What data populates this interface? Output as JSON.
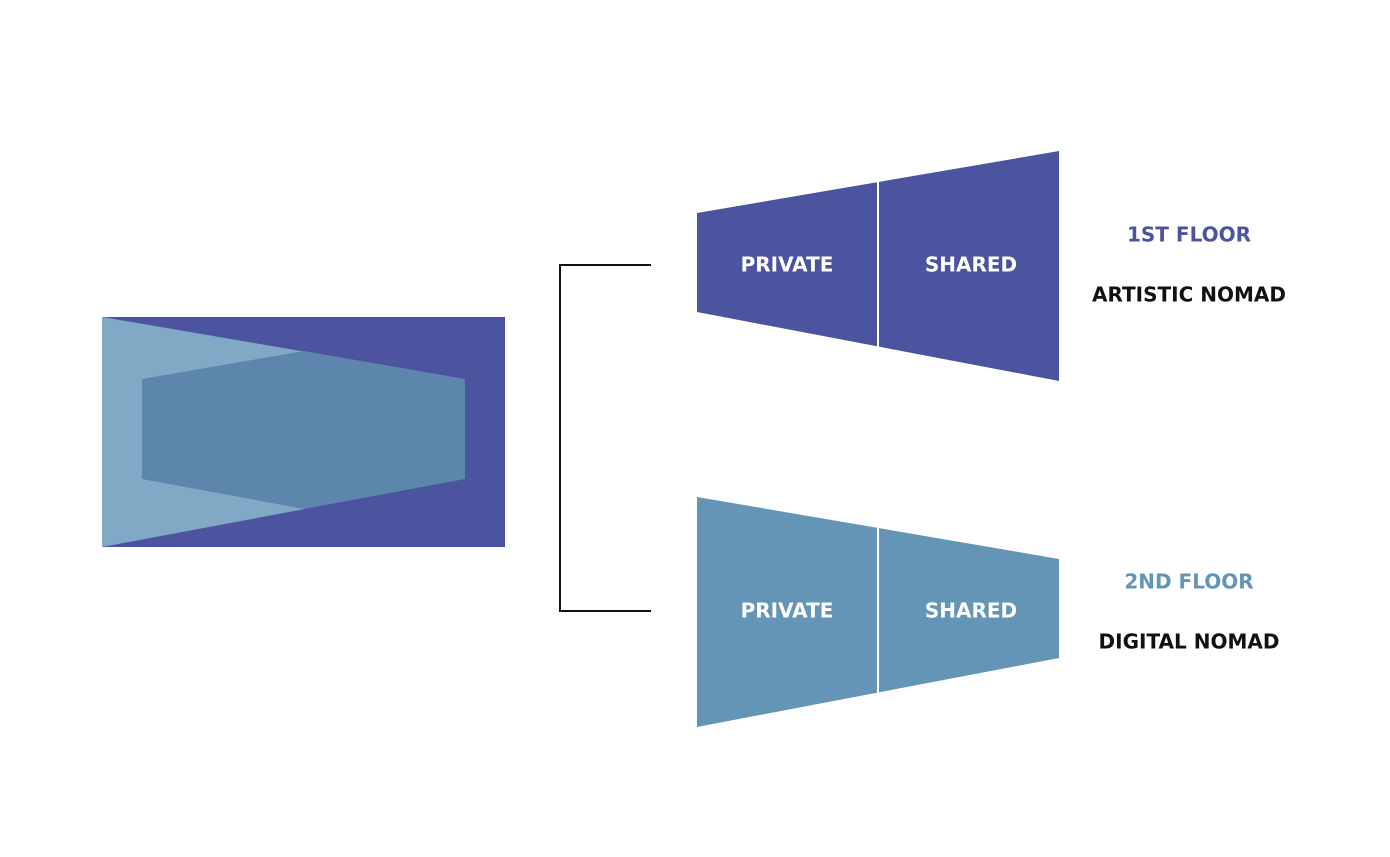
{
  "colors": {
    "background": "#ffffff",
    "dark_blue": "#4c549f",
    "light_blue": "#81a9c5",
    "mid_blue": "#6495b6",
    "overlap_blue": "#5d86ad",
    "text_on_shape": "#ffffff",
    "persona_text": "#111111",
    "bracket": "#111111"
  },
  "massing": {
    "description_shapes": [
      "combined-massing-dark",
      "combined-massing-light",
      "combined-massing-overlap"
    ]
  },
  "floors": [
    {
      "title": "1ST FLOOR",
      "persona": "ARTISTIC NOMAD",
      "zones": [
        "PRIVATE",
        "SHARED"
      ],
      "color": "#4c549f",
      "title_color": "#4c549f"
    },
    {
      "title": "2ND FLOOR",
      "persona": "DIGITAL NOMAD",
      "zones": [
        "PRIVATE",
        "SHARED"
      ],
      "color": "#6495b6",
      "title_color": "#6495b6"
    }
  ]
}
